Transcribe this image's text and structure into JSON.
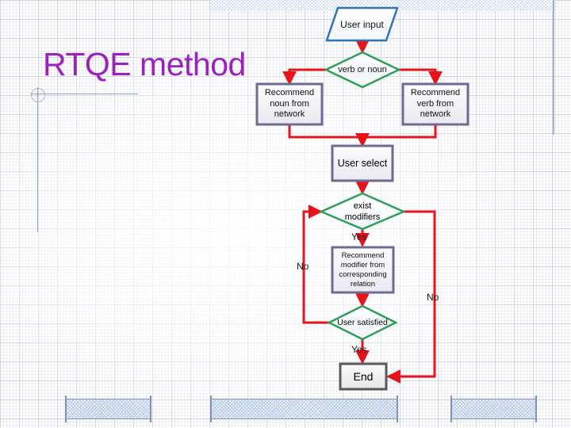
{
  "slide": {
    "title": "RTQE method",
    "title_color": "#9b21bf",
    "accent_connector_color": "#e8131a",
    "decision_color": "#2e9e5b",
    "input_shape_color": "#2e75b6",
    "process_border_color": "#6e6a90",
    "terminator_border_color": "#595959",
    "background": "#ffffff"
  },
  "flowchart": {
    "type": "flowchart",
    "nodes": [
      {
        "id": "user-input",
        "label": "User input",
        "shape": "parallelogram",
        "role": "input"
      },
      {
        "id": "verb-or-noun",
        "label": "verb or noun",
        "shape": "diamond",
        "role": "decision"
      },
      {
        "id": "recommend-noun",
        "label": "Recommend noun from network",
        "shape": "rectangle",
        "role": "process"
      },
      {
        "id": "recommend-verb",
        "label": "Recommend verb from network",
        "shape": "rectangle",
        "role": "process"
      },
      {
        "id": "user-select",
        "label": "User select",
        "shape": "rectangle",
        "role": "process"
      },
      {
        "id": "exist-modifiers",
        "label": "exist modifiers",
        "shape": "diamond",
        "role": "decision"
      },
      {
        "id": "recommend-modifier",
        "label": "Recommend modifier from corresponding relation",
        "shape": "rectangle",
        "role": "process"
      },
      {
        "id": "user-satisfied",
        "label": "User satisfied",
        "shape": "diamond",
        "role": "decision"
      },
      {
        "id": "end",
        "label": "End",
        "shape": "rectangle",
        "role": "terminator"
      }
    ],
    "node_labels": {
      "user_input_line1": "User",
      "user_input_line2": "input",
      "verb_or_noun": "verb or noun",
      "recommend_noun_line1": "Recommend",
      "recommend_noun_line2": "noun from",
      "recommend_noun_line3": "network",
      "recommend_verb_line1": "Recommend",
      "recommend_verb_line2": "verb from",
      "recommend_verb_line3": "network",
      "user_select": "User select",
      "exist_modifiers_line1": "exist",
      "exist_modifiers_line2": "modifiers",
      "recommend_modifier_line1": "Recommend",
      "recommend_modifier_line2": "modifier from",
      "recommend_modifier_line3": "corresponding",
      "recommend_modifier_line4": "relation",
      "user_satisfied": "User satisfied",
      "end": "End"
    },
    "edge_labels": {
      "exist_modifiers_yes": "Yes",
      "exist_modifiers_no": "No",
      "user_satisfied_yes": "Yes",
      "user_satisfied_no": "No"
    },
    "edges": [
      {
        "from": "user-input",
        "to": "verb-or-noun",
        "label": ""
      },
      {
        "from": "verb-or-noun",
        "to": "recommend-noun",
        "label": ""
      },
      {
        "from": "verb-or-noun",
        "to": "recommend-verb",
        "label": ""
      },
      {
        "from": "recommend-noun",
        "to": "user-select",
        "label": ""
      },
      {
        "from": "recommend-verb",
        "to": "user-select",
        "label": ""
      },
      {
        "from": "user-select",
        "to": "exist-modifiers",
        "label": ""
      },
      {
        "from": "exist-modifiers",
        "to": "recommend-modifier",
        "label": "Yes"
      },
      {
        "from": "exist-modifiers",
        "to": "end",
        "label": "No"
      },
      {
        "from": "recommend-modifier",
        "to": "user-satisfied",
        "label": ""
      },
      {
        "from": "user-satisfied",
        "to": "end",
        "label": "Yes"
      },
      {
        "from": "user-satisfied",
        "to": "exist-modifiers",
        "label": "No"
      }
    ]
  }
}
